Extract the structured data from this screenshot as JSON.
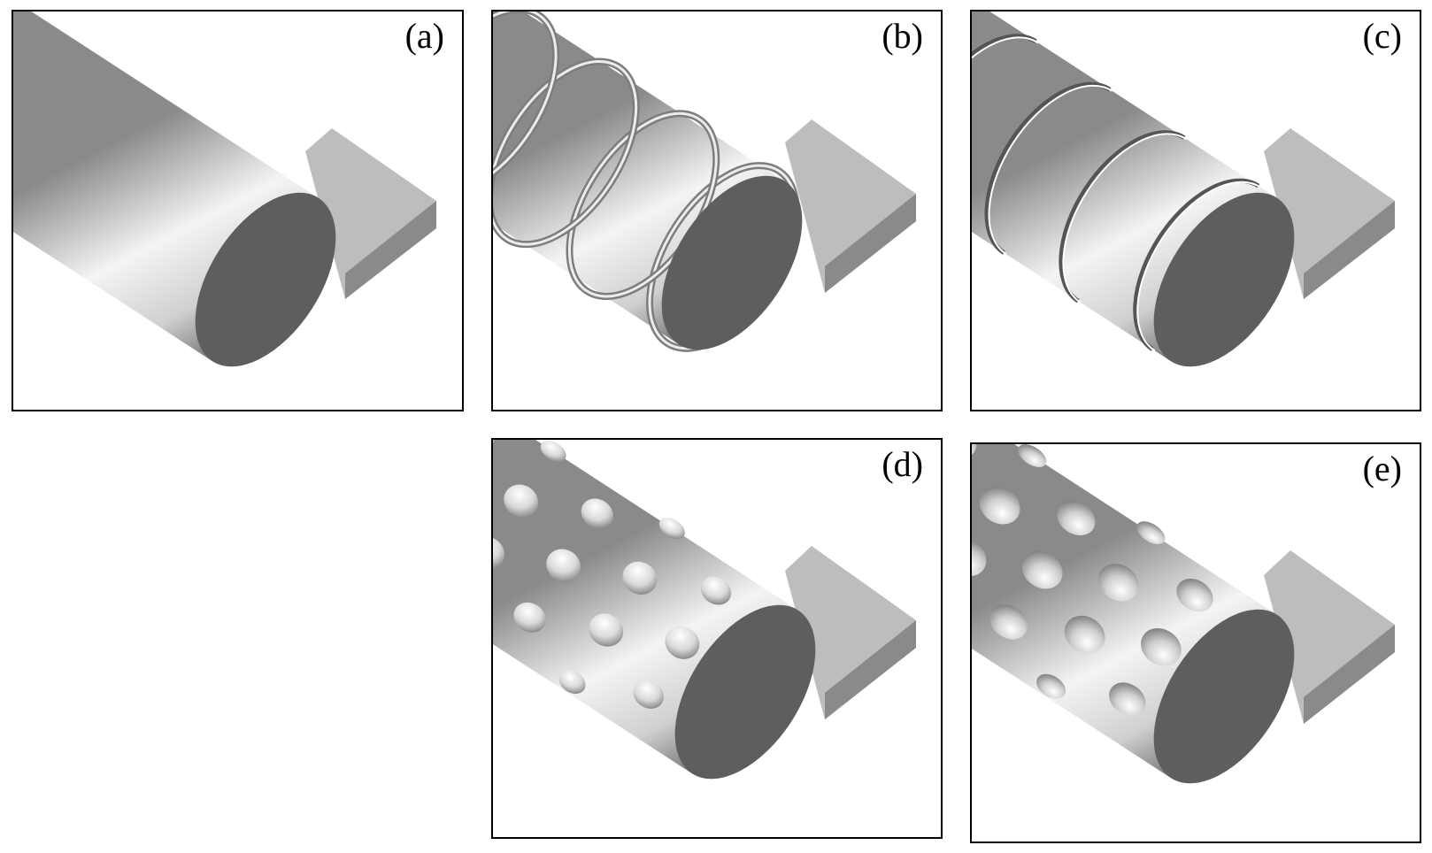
{
  "panels": [
    {
      "id": "a",
      "label": "(a)",
      "surface": "smooth"
    },
    {
      "id": "b",
      "label": "(b)",
      "surface": "raised-ribs"
    },
    {
      "id": "c",
      "label": "(c)",
      "surface": "grooves"
    },
    {
      "id": "d",
      "label": "(d)",
      "surface": "protruding-dimples"
    },
    {
      "id": "e",
      "label": "(e)",
      "surface": "recessed-dimples"
    }
  ],
  "colors": {
    "frame": "#000000",
    "background": "#ffffff",
    "end_face": "#5e5e5e",
    "plate_top": "#bdbdbd",
    "plate_side": "#8a8a8a",
    "cylinder_light": "#f2f2f2",
    "cylinder_dark": "#7a7a7a"
  }
}
